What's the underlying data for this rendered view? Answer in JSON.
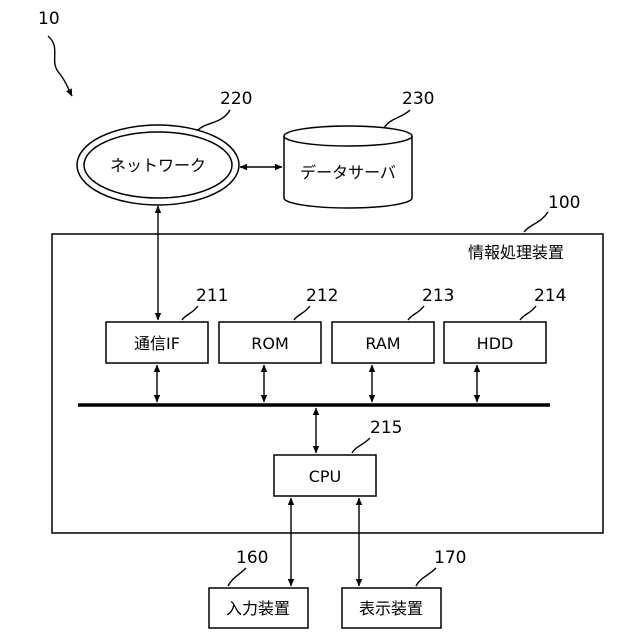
{
  "system": {
    "ref": "10"
  },
  "network": {
    "label": "ネットワーク",
    "ref": "220"
  },
  "data_server": {
    "label": "データサーバ",
    "ref": "230"
  },
  "info_processor": {
    "label": "情報処理装置",
    "ref": "100"
  },
  "comm_if": {
    "label": "通信IF",
    "ref": "211"
  },
  "rom": {
    "label": "ROM",
    "ref": "212"
  },
  "ram": {
    "label": "RAM",
    "ref": "213"
  },
  "hdd": {
    "label": "HDD",
    "ref": "214"
  },
  "cpu": {
    "label": "CPU",
    "ref": "215"
  },
  "input_device": {
    "label": "入力装置",
    "ref": "160"
  },
  "display_device": {
    "label": "表示装置",
    "ref": "170"
  }
}
